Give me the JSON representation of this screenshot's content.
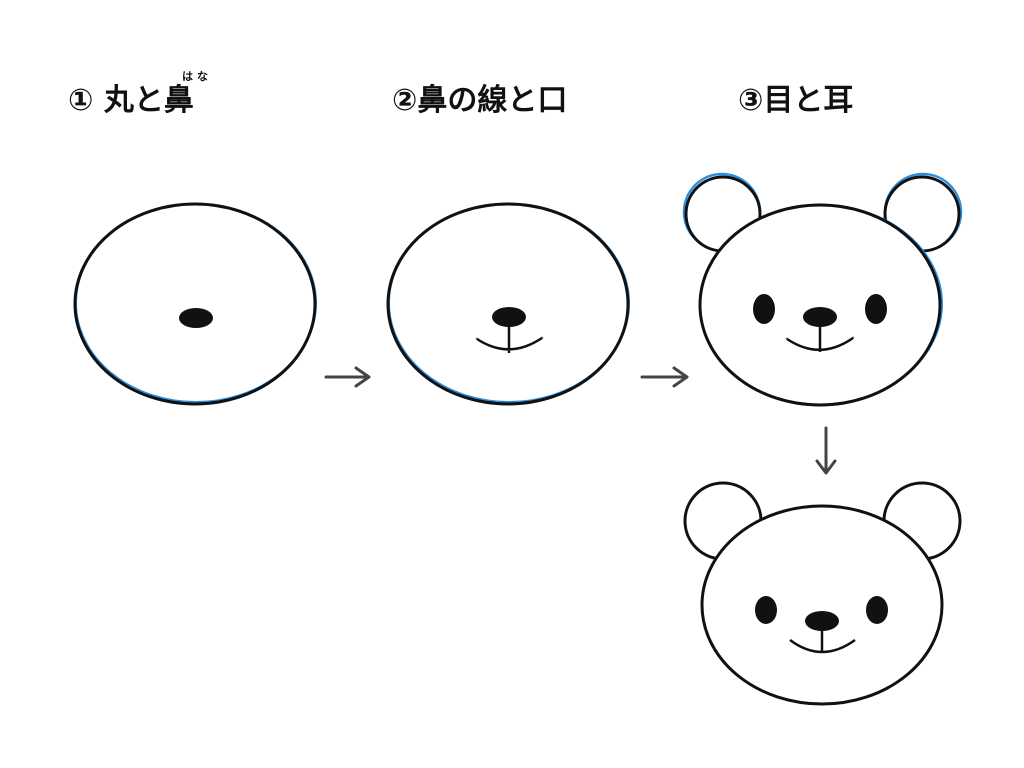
{
  "steps": [
    {
      "title": "① 丸と鼻",
      "ruby": "はな"
    },
    {
      "title": "②鼻の線と口"
    },
    {
      "title": "③目と耳"
    }
  ],
  "colors": {
    "outline": "#111111",
    "guide": "#2b8fe0",
    "arrow": "#444444",
    "fill": "#ffffff"
  },
  "icons": [
    "arrow-right-icon",
    "arrow-down-icon"
  ]
}
